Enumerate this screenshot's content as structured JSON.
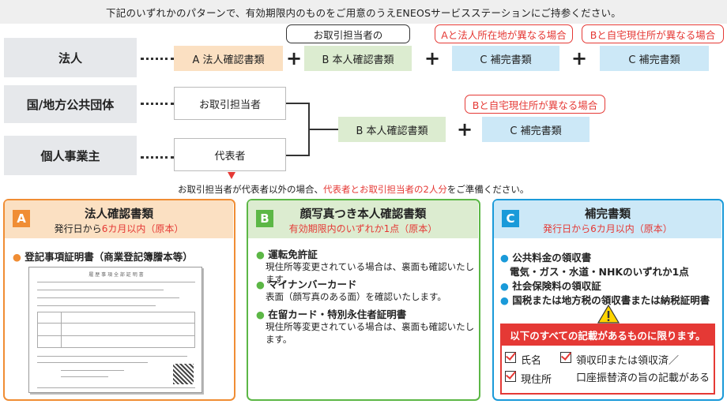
{
  "top_notice": "下記のいずれかのパターンで、有効期限内のものをご用意のうえENEOSサービスステーションにご持参ください。",
  "entities": {
    "corp": "法人",
    "gov": "国/地方公共団体",
    "sole": "個人事業主"
  },
  "row1": {
    "doc_a": "A 法人確認書類",
    "doc_b": "B 本人確認書類",
    "doc_c1": "C 補完書類",
    "doc_c2": "C 補完書類",
    "callout_b": "お取引担当者の",
    "callout_c1": "Aと法人所在地が異なる場合",
    "callout_c2": "Bと自宅現住所が異なる場合",
    "plus": "+"
  },
  "row23": {
    "person_gov": "お取引担当者",
    "person_sole": "代表者",
    "doc_b": "B 本人確認書類",
    "doc_c": "C 補完書類",
    "callout_c": "Bと自宅現住所が異なる場合",
    "plus": "+"
  },
  "note": {
    "part1": "お取引担当者が代表者以外の場合、",
    "part2": "代表者とお取引担当者の2人分",
    "part3": "をご準備ください。"
  },
  "panel_a": {
    "letter": "A",
    "title": "法人確認書類",
    "sub1": "発行日から",
    "sub2": "6カ月以内（原本）",
    "item1": "登記事項証明書（商業登記簿謄本等）",
    "doc_title": "履 歴 事 項 全 部 証 明 書"
  },
  "panel_b": {
    "letter": "B",
    "title": "顔写真つき本人確認書類",
    "sub": "有効期限内のいずれか1点（原本）",
    "items": [
      {
        "name": "運転免許証",
        "desc": "現住所等変更されている場合は、裏面も確認いたします。"
      },
      {
        "name": "マイナンバーカード",
        "desc": "表面（顔写真のある面）を確認いたします。"
      },
      {
        "name": "在留カード・特別永住者証明書",
        "desc": "現住所等変更されている場合は、裏面も確認いたします。"
      }
    ]
  },
  "panel_c": {
    "letter": "C",
    "title": "補完書類",
    "sub": "発行日から6カ月以内（原本）",
    "item1": "公共料金の領収書",
    "item1b": "電気・ガス・水道・NHKのいずれか1点",
    "item2": "社会保険料の領収証",
    "item3": "国税または地方税の領収書または納税証明書",
    "warning": "以下のすべての記載があるものに限ります。",
    "check1": "氏名",
    "check2": "領収印または領収済／",
    "check2b": "口座振替済の旨の記載がある",
    "check3": "現住所"
  },
  "colors": {
    "orange": "#f08d34",
    "green": "#5cb746",
    "blue": "#1a9ad9",
    "red": "#e53935"
  }
}
